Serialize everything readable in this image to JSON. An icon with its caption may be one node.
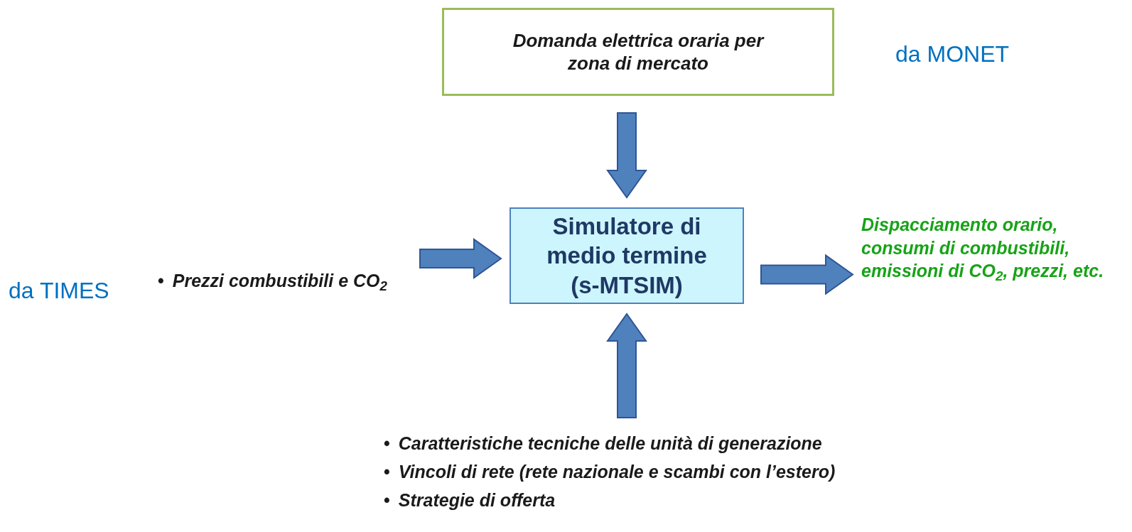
{
  "diagram": {
    "nodes": [
      {
        "text": [
          "Domanda elettrica oraria per zona di mercato"
        ]
      },
      {
        "text": [
          "Simulatore di medio termine (s-MTSIM)"
        ]
      },
      {
        "text": [
          "Prezzi combustibili e CO$_{2}$"
        ]
      },
      {
        "text": [
          "Dispacciamento orario, consumi di combustibili, emissioni di CO$_{2}$, prezzi, etc."
        ]
      },
      {
        "text": [
          "Caratteristiche tecniche delle unità di generazione",
          "Vincoli di rete (rete nazionale e scambi con l’estero)",
          "Strategie di offerta"
        ]
      }
    ],
    "edges": [
      {
        "from": 0,
        "to": 1,
        "arrow": "to"
      },
      {
        "from": 2,
        "to": 1,
        "arrow": "to"
      },
      {
        "from": 1,
        "to": 3,
        "arrow": "to"
      },
      {
        "from": 4,
        "to": 1,
        "arrow": "to"
      }
    ],
    "labels": [
      "da MONET",
      "da TIMES",
      "•",
      "•",
      "•",
      "•"
    ]
  }
}
